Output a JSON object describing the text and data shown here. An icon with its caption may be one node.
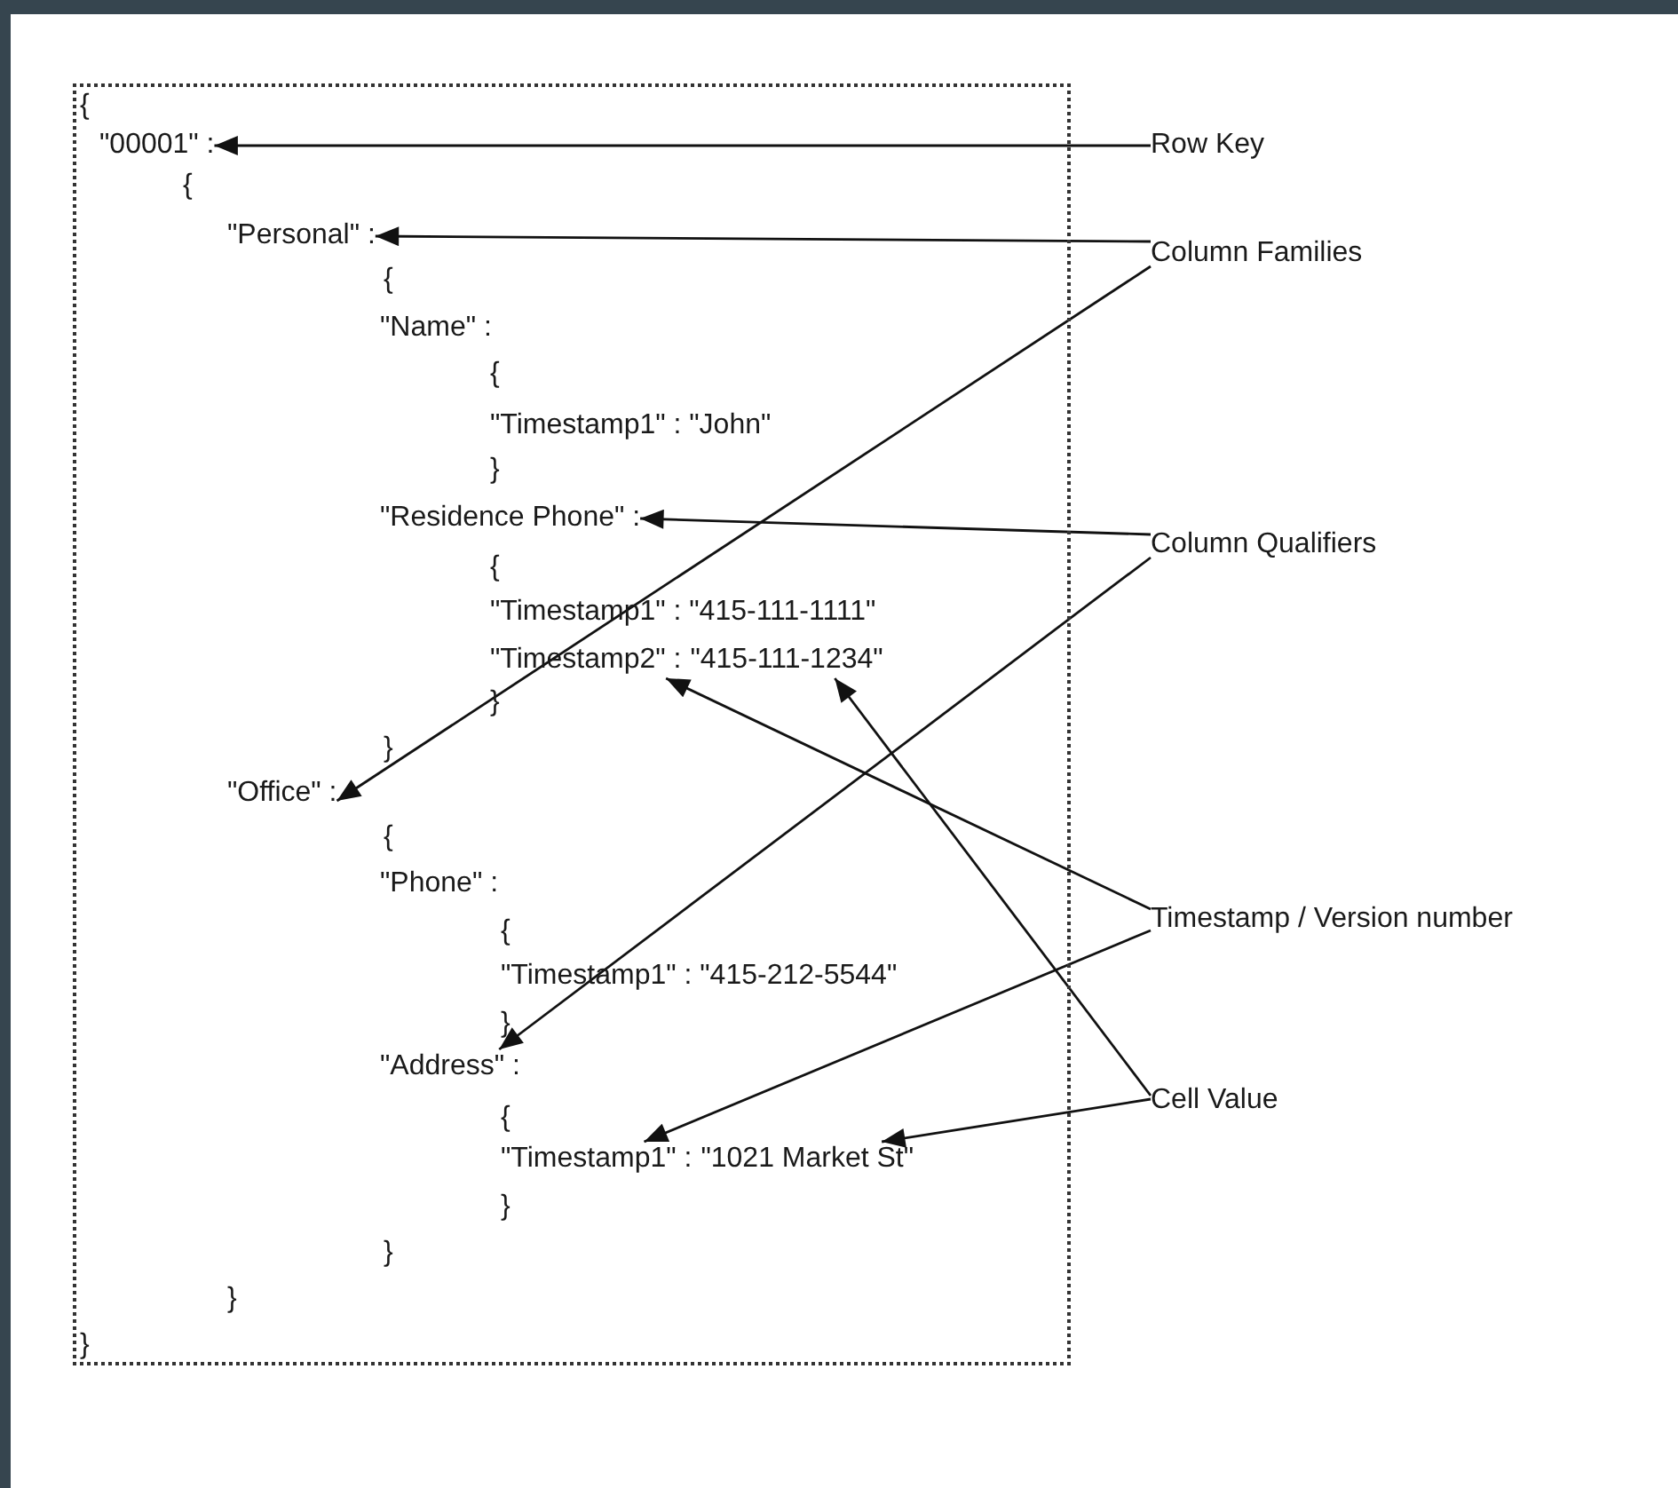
{
  "diagram": {
    "nodes": [
      {
        "text": [],
        "shape": "box"
      },
      {
        "text": [
          "{"
        ],
        "in": 0
      },
      {
        "text": [
          "\"00001\" :"
        ],
        "in": 0
      },
      {
        "text": [
          "{"
        ],
        "in": 0
      },
      {
        "text": [
          "\"Personal\" :"
        ],
        "in": 0
      },
      {
        "text": [
          "{"
        ],
        "in": 0
      },
      {
        "text": [
          "\"Name\" :"
        ],
        "in": 0
      },
      {
        "text": [
          "{"
        ],
        "in": 0
      },
      {
        "text": [
          "\"Timestamp1\" : \"John\""
        ],
        "in": 0
      },
      {
        "text": [
          "}"
        ],
        "in": 0
      },
      {
        "text": [
          "\"Residence Phone\" :"
        ],
        "in": 0
      },
      {
        "text": [
          "{"
        ],
        "in": 0
      },
      {
        "text": [
          "\"Timestamp1\" : \"415-111-1111\""
        ],
        "in": 0
      },
      {
        "text": [
          "\"Timestamp2\" :"
        ],
        "in": 0
      },
      {
        "text": [
          "\"415-111-1234\""
        ],
        "in": 0
      },
      {
        "text": [
          "}"
        ],
        "in": 0
      },
      {
        "text": [
          "}"
        ],
        "in": 0
      },
      {
        "text": [
          "\"Office\" :"
        ],
        "in": 0
      },
      {
        "text": [
          "{"
        ],
        "in": 0
      },
      {
        "text": [
          "\"Phone\" :"
        ],
        "in": 0
      },
      {
        "text": [
          "{"
        ],
        "in": 0
      },
      {
        "text": [
          "\"Timestamp1\" : \"415-212-5544\""
        ],
        "in": 0
      },
      {
        "text": [
          "}"
        ],
        "in": 0
      },
      {
        "text": [
          "\"Address\" :"
        ],
        "in": 0
      },
      {
        "text": [
          "{"
        ],
        "in": 0
      },
      {
        "text": [
          "\"Timestamp1\" :"
        ],
        "in": 0
      },
      {
        "text": [
          "\"1021 Market St\""
        ],
        "in": 0
      },
      {
        "text": [
          "}"
        ],
        "in": 0
      },
      {
        "text": [
          "}"
        ],
        "in": 0
      },
      {
        "text": [
          "}"
        ],
        "in": 0
      },
      {
        "text": [
          "}"
        ],
        "in": 0
      },
      {
        "text": [
          "Row Key"
        ]
      },
      {
        "text": [
          "Column Families"
        ]
      },
      {
        "text": [
          "Column Qualifiers"
        ]
      },
      {
        "text": [
          "Timestamp / Version number"
        ]
      },
      {
        "text": [
          "Cell Value"
        ]
      }
    ],
    "edges": [
      {
        "from": 31,
        "to": 2,
        "arrow": "to"
      },
      {
        "from": 32,
        "to": 4,
        "arrow": "to"
      },
      {
        "from": 32,
        "to": 17,
        "arrow": "to"
      },
      {
        "from": 33,
        "to": 10,
        "arrow": "to"
      },
      {
        "from": 33,
        "to": 23,
        "arrow": "to"
      },
      {
        "from": 34,
        "to": 13,
        "arrow": "to"
      },
      {
        "from": 34,
        "to": 25,
        "arrow": "to"
      },
      {
        "from": 35,
        "to": 14,
        "arrow": "to"
      },
      {
        "from": 35,
        "to": 26,
        "arrow": "to"
      }
    ]
  }
}
